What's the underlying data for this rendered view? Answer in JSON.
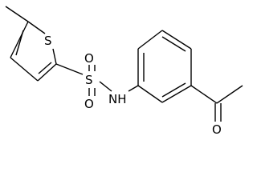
{
  "molecule": {
    "atoms": {
      "sulfur_ring": "S",
      "sulfur_sulfonyl": "S",
      "oxygen_sulfonyl_top": "O",
      "oxygen_sulfonyl_bottom": "O",
      "nitrogen": "NH",
      "oxygen_carbonyl": "O"
    }
  }
}
